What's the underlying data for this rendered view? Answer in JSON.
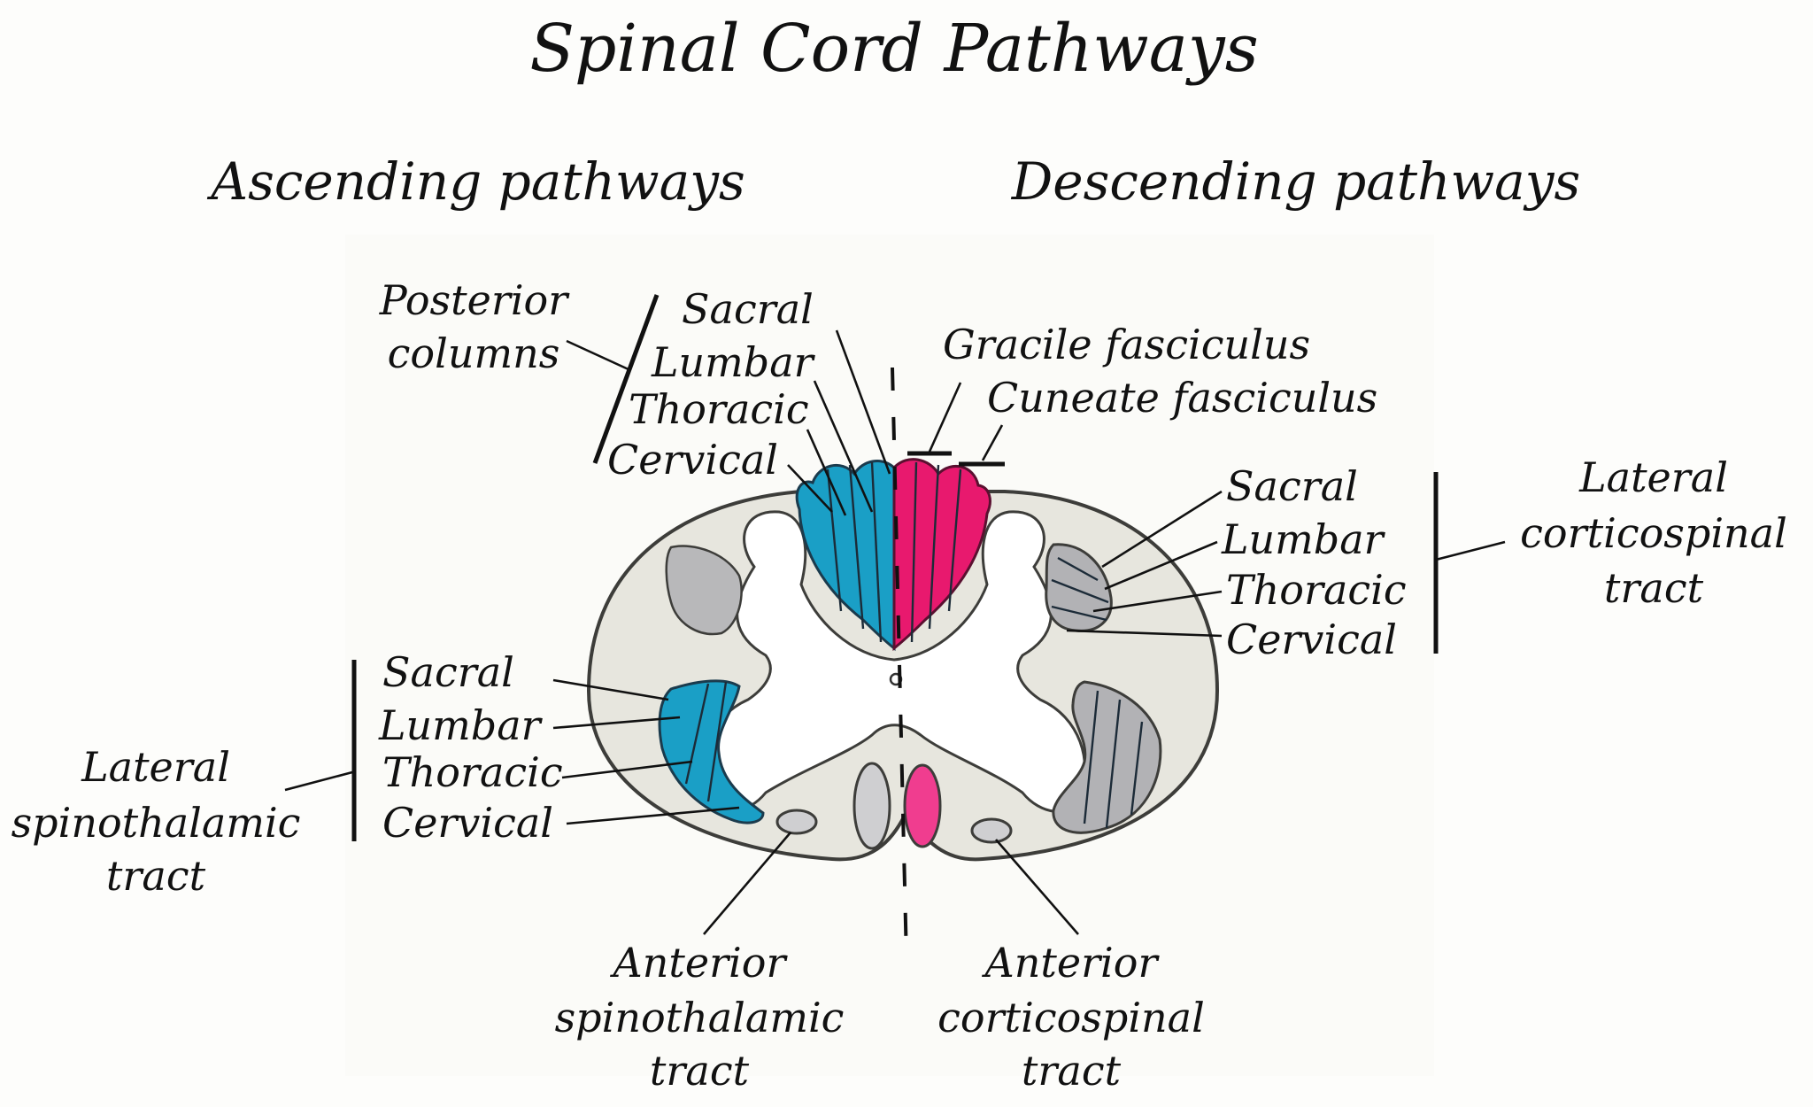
{
  "title": "Spinal Cord Pathways",
  "headings": {
    "ascending": "Ascending pathways",
    "descending": "Descending pathways"
  },
  "posterior_columns": {
    "group_label": [
      "Posterior",
      "columns"
    ],
    "segments": [
      "Sacral",
      "Lumbar",
      "Thoracic",
      "Cervical"
    ]
  },
  "fasciculi": {
    "gracile": "Gracile fasciculus",
    "cuneate": "Cuneate fasciculus"
  },
  "lateral_corticospinal": {
    "group_label": [
      "Lateral",
      "corticospinal",
      "tract"
    ],
    "segments": [
      "Sacral",
      "Lumbar",
      "Thoracic",
      "Cervical"
    ]
  },
  "lateral_spinothalamic": {
    "group_label": [
      "Lateral",
      "spinothalamic",
      "tract"
    ],
    "segments": [
      "Sacral",
      "Lumbar",
      "Thoracic",
      "Cervical"
    ]
  },
  "anterior_spinothalamic": [
    "Anterior",
    "spinothalamic",
    "tract"
  ],
  "anterior_corticospinal": [
    "Anterior",
    "corticospinal",
    "tract"
  ],
  "colors": {
    "ascending": "#1a9fc6",
    "descending": "#e8196e",
    "white_matter": "#e7e6de",
    "grey_matter": "#ffffff",
    "tract_grey": "#a9a9ac"
  }
}
